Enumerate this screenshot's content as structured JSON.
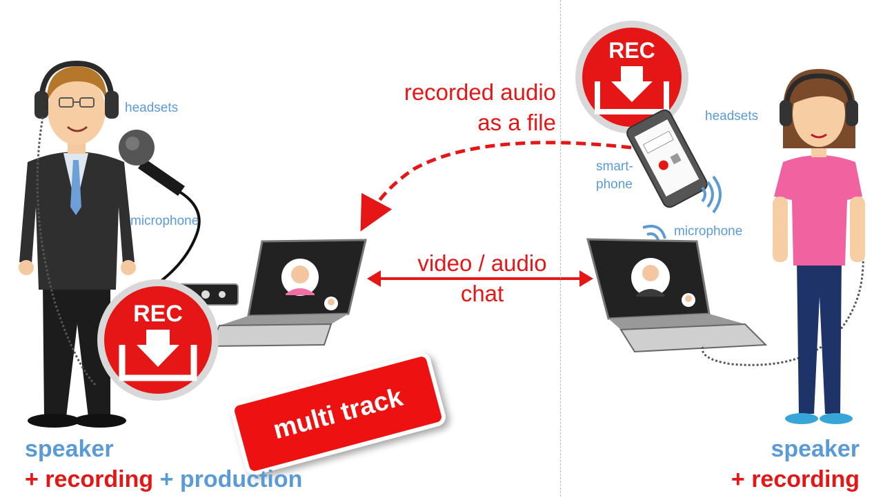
{
  "left": {
    "headsets_label": "headsets",
    "microphone_label": "microphone",
    "rec_label": "REC",
    "caption_line1": "speaker",
    "caption_line2_red": "+ recording",
    "caption_line2_blue": "+ production"
  },
  "right": {
    "headsets_label": "headsets",
    "microphone_label": "microphone",
    "smartphone_label_line1": "smart-",
    "smartphone_label_line2": "phone",
    "rec_label": "REC",
    "caption_line1": "speaker",
    "caption_line2": "+ recording"
  },
  "center": {
    "recorded_audio_line1": "recorded audio",
    "recorded_audio_line2": "as a file",
    "chat_line1": "video / audio",
    "chat_line2": "chat",
    "multi_track_label": "multi track"
  },
  "colors": {
    "accent_red": "#e51616",
    "label_blue": "#5b9bd5"
  }
}
